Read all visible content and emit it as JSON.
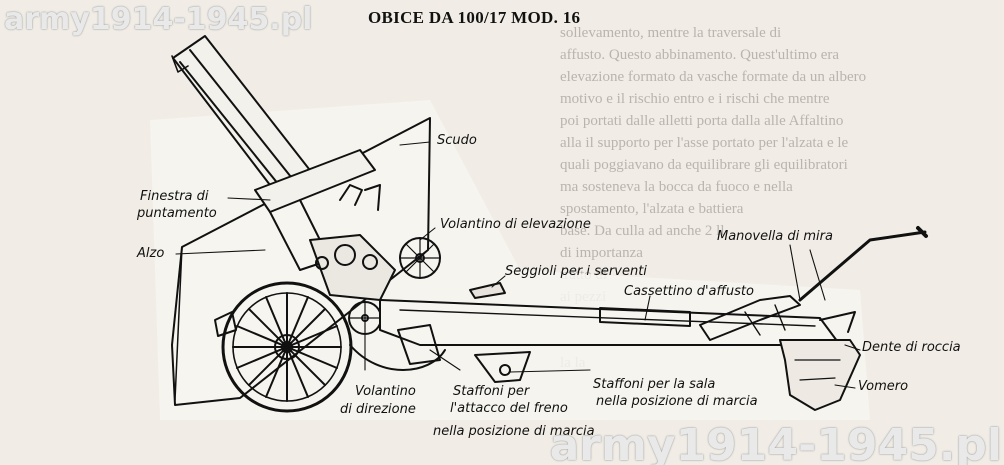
{
  "title": "OBICE DA 100/17 MOD. 16",
  "watermark": "army1914-1945.pl",
  "background_text": [
    "sollevamento, mentre la traversale di",
    "affusto. Questo abbinamento. Quest'ultimo era",
    "elevazione formato da vasche formate da un albero",
    "motivo e il rischio entro e i rischi che mentre",
    "poi portati dalle alletti porta dalla alle Affaltino",
    "alla il supporto per l'asse portato per l'alzata e le",
    "quali poggiavano da equilibrare gli equilibratori",
    "ma sosteneva la bocca da fuoco e nella",
    "spostamento, l'alzata e battiera",
    "base. Da culla ad anche 2 ll",
    "di importanza",
    "tratto di",
    "",
    "ai pezzi",
    "ll recente",
    "considerato",
    "la la"
  ],
  "labels": {
    "scudo": "Scudo",
    "finestra_1": "Finestra di",
    "finestra_2": "puntamento",
    "alzo": "Alzo",
    "volantino_elevazione": "Volantino di elevazione",
    "seggioli": "Seggioli per i serventi",
    "manovella": "Manovella di mira",
    "cassettino": "Cassettino d'affusto",
    "dente": "Dente di roccia",
    "vomero": "Vomero",
    "volantino_direzione_1": "Volantino",
    "volantino_direzione_2": "di direzione",
    "staffoni_freno_1": "Staffoni per",
    "staffoni_freno_2": "l'attacco del freno",
    "staffoni_freno_3": "nella posizione di marcia",
    "staffoni_sala_1": "Staffoni per la sala",
    "staffoni_sala_2": "nella posizione di marcia"
  }
}
